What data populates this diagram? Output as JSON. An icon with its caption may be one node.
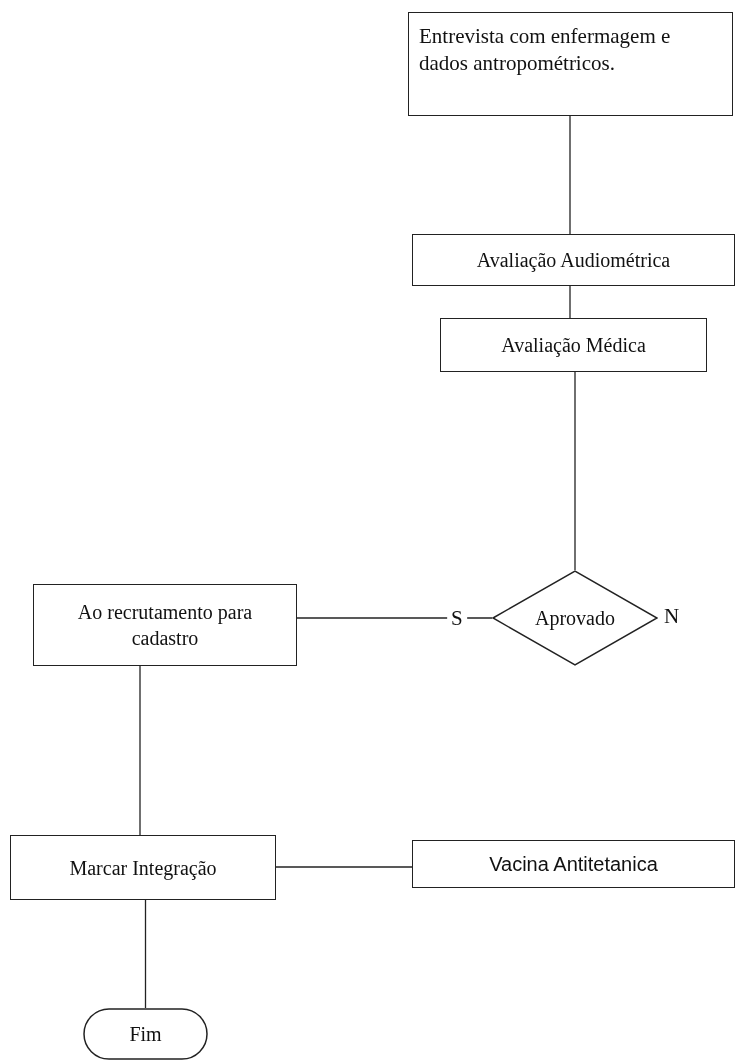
{
  "diagram": {
    "nodes": [
      {
        "text": [
          "Entrevista com enfermagem e dados antropométricos."
        ]
      },
      {
        "text": [
          "Avaliação  Audiométrica"
        ]
      },
      {
        "text": [
          "Avaliação Médica"
        ]
      },
      {
        "text": [
          "Aprovado"
        ],
        "beside": [
          "N"
        ]
      },
      {
        "text": [
          "Ao recrutamento para cadastro"
        ]
      },
      {
        "text": [
          "Marcar Integração"
        ]
      },
      {
        "text": [
          "Vacina Antitetanica"
        ]
      },
      {
        "text": [
          "Fim"
        ]
      }
    ],
    "edges": [
      {
        "from": 0,
        "to": 1,
        "arrow": "none"
      },
      {
        "from": 1,
        "to": 2,
        "arrow": "none"
      },
      {
        "from": 2,
        "to": 3,
        "arrow": "none"
      },
      {
        "from": 3,
        "to": 4,
        "arrow": "none",
        "label": "S"
      },
      {
        "from": 4,
        "to": 5,
        "arrow": "none"
      },
      {
        "from": 5,
        "to": 6,
        "arrow": "none"
      },
      {
        "from": 5,
        "to": 7,
        "arrow": "none"
      }
    ]
  }
}
